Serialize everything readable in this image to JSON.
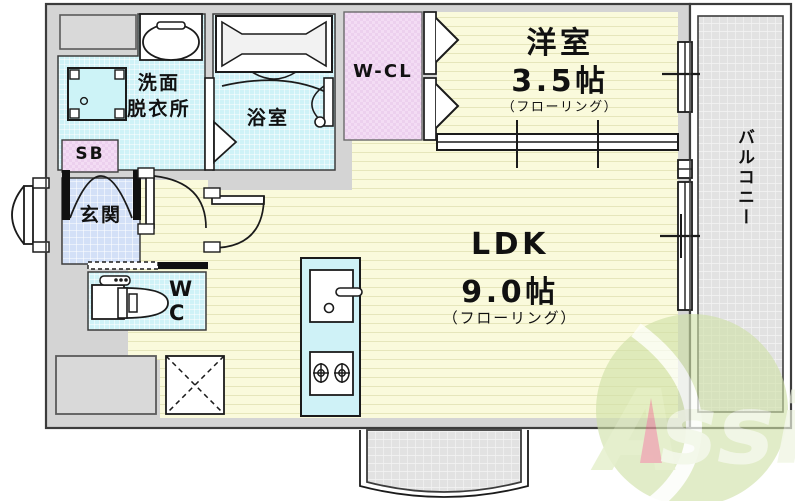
{
  "plan": {
    "title": "Apartment floor plan",
    "rooms": [
      {
        "key": "bedroom",
        "name": "洋室",
        "size": "3.5帖",
        "flooring": "（フローリング）"
      },
      {
        "key": "ldk",
        "name": "LDK",
        "size": "9.0帖",
        "flooring": "（フローリング）"
      },
      {
        "key": "wcl",
        "name": "W-CL",
        "size": "",
        "flooring": ""
      },
      {
        "key": "washroom",
        "name": "洗面",
        "size": "脱衣所",
        "flooring": ""
      },
      {
        "key": "bath",
        "name": "浴室",
        "size": "",
        "flooring": ""
      },
      {
        "key": "toilet",
        "name": "WC",
        "size": "",
        "flooring": ""
      },
      {
        "key": "entrance",
        "name": "玄関",
        "size": "",
        "flooring": ""
      },
      {
        "key": "shoebox",
        "name": "SB",
        "size": "",
        "flooring": ""
      },
      {
        "key": "balcony",
        "name": "バルコニー",
        "size": "",
        "flooring": ""
      }
    ],
    "labels": {
      "bedroom_name": "洋室",
      "bedroom_size": "3.5帖",
      "bedroom_flooring": "（フローリング）",
      "ldk_name": "LDK",
      "ldk_size": "9.0帖",
      "ldk_flooring": "（フローリング）",
      "wcl": "W-CL",
      "washroom_line1": "洗面",
      "washroom_line2": "脱衣所",
      "bath": "浴室",
      "toilet_line1": "W",
      "toilet_line2": "C",
      "entrance": "玄関",
      "shoebox": "SB",
      "balcony": "バルコニー"
    },
    "watermark": {
      "text": "Assist",
      "circle_color": "#cfe0a6",
      "text_color": "#e9f0d8",
      "accent_color": "#e8909c"
    },
    "colors": {
      "wall_fill": "#d4d4d4",
      "wall_stroke": "#3c3c3c",
      "floor_wood": "#fafadc",
      "floor_wood_line": "#e3e3b4",
      "water_tile": "#cdf0f5",
      "closet_pink": "#f2dcf2",
      "entrance_blue": "#cfdcf5",
      "balcony_grey": "#e0e0e0",
      "fixture_white": "#ffffff",
      "ink": "#111111"
    }
  }
}
